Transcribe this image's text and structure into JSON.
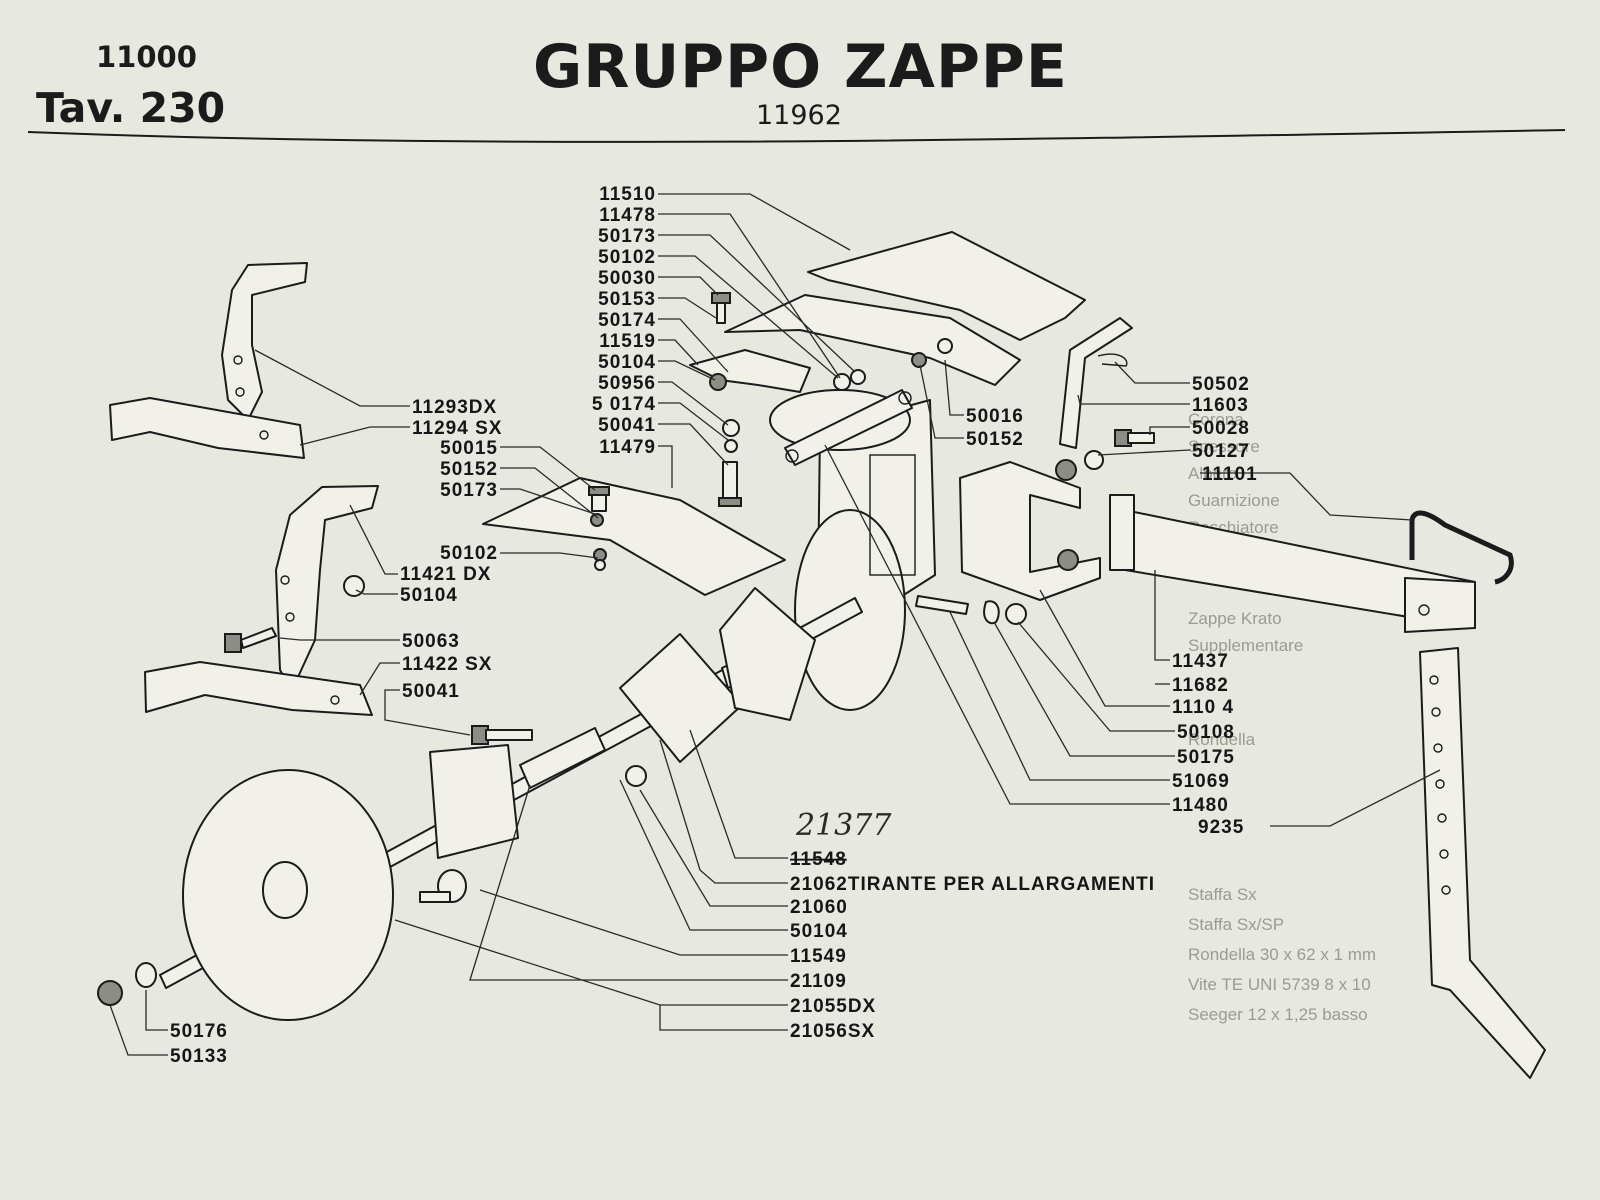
{
  "header": {
    "group_code": "11000",
    "table": "Tav. 230",
    "title": "GRUPPO ZAPPE",
    "subtitle": "11962"
  },
  "handwritten_note": "21377",
  "callouts": [
    {
      "id": "c-11510",
      "text": "11510"
    },
    {
      "id": "c-11478",
      "text": "11478"
    },
    {
      "id": "c-50173a",
      "text": "50173"
    },
    {
      "id": "c-50102a",
      "text": "50102"
    },
    {
      "id": "c-50030",
      "text": "50030"
    },
    {
      "id": "c-50153",
      "text": "50153"
    },
    {
      "id": "c-50174a",
      "text": "50174"
    },
    {
      "id": "c-11519",
      "text": "11519"
    },
    {
      "id": "c-50104a",
      "text": "50104"
    },
    {
      "id": "c-50956",
      "text": "50956"
    },
    {
      "id": "c-50174b",
      "text": "5 0174"
    },
    {
      "id": "c-50041a",
      "text": "50041"
    },
    {
      "id": "c-11479",
      "text": "11479"
    },
    {
      "id": "c-50015",
      "text": "50015"
    },
    {
      "id": "c-50152a",
      "text": "50152"
    },
    {
      "id": "c-50173b",
      "text": "50173"
    },
    {
      "id": "c-11293",
      "text": "11293DX"
    },
    {
      "id": "c-11294",
      "text": "11294 SX"
    },
    {
      "id": "c-50102b",
      "text": "50102"
    },
    {
      "id": "c-11421",
      "text": "11421 DX"
    },
    {
      "id": "c-50104b",
      "text": "50104"
    },
    {
      "id": "c-50063",
      "text": "50063"
    },
    {
      "id": "c-11422",
      "text": "11422 SX"
    },
    {
      "id": "c-50041b",
      "text": "50041"
    },
    {
      "id": "c-50016",
      "text": "50016"
    },
    {
      "id": "c-50152b",
      "text": "50152"
    },
    {
      "id": "c-50502",
      "text": "50502"
    },
    {
      "id": "c-11603",
      "text": "11603"
    },
    {
      "id": "c-50028",
      "text": "50028"
    },
    {
      "id": "c-50127",
      "text": "50127"
    },
    {
      "id": "c-11101",
      "text": "11101"
    },
    {
      "id": "c-11437",
      "text": "11437"
    },
    {
      "id": "c-11682",
      "text": "11682"
    },
    {
      "id": "c-11104",
      "text": "1110 4"
    },
    {
      "id": "c-50108",
      "text": "50108"
    },
    {
      "id": "c-50175",
      "text": "50175"
    },
    {
      "id": "c-51069",
      "text": "51069"
    },
    {
      "id": "c-11480",
      "text": "11480"
    },
    {
      "id": "c-9235",
      "text": "9235"
    },
    {
      "id": "c-11548",
      "text": "11548"
    },
    {
      "id": "c-21062",
      "text": "21062TIRANTE PER ALLARGAMENTI"
    },
    {
      "id": "c-21060",
      "text": "21060"
    },
    {
      "id": "c-50104c",
      "text": "50104"
    },
    {
      "id": "c-11549",
      "text": "11549"
    },
    {
      "id": "c-21109",
      "text": "21109"
    },
    {
      "id": "c-21055",
      "text": "21055DX"
    },
    {
      "id": "c-21056",
      "text": "21056SX"
    },
    {
      "id": "c-50176",
      "text": "50176"
    },
    {
      "id": "c-50133",
      "text": "50133"
    }
  ],
  "bleed_through_text": [
    "Corona",
    "Spessore",
    "Albero",
    "Guarnizione",
    "Raschiatore",
    "Zappe Krato",
    "Supplementare",
    "Rondella",
    "Staffa Sx",
    "Staffa Sx/SP",
    "Rondella 30 x 62 x 1 mm",
    "Vite TE UNI 5739 8 x 10",
    "Seeger 12 x 1,25 basso"
  ]
}
